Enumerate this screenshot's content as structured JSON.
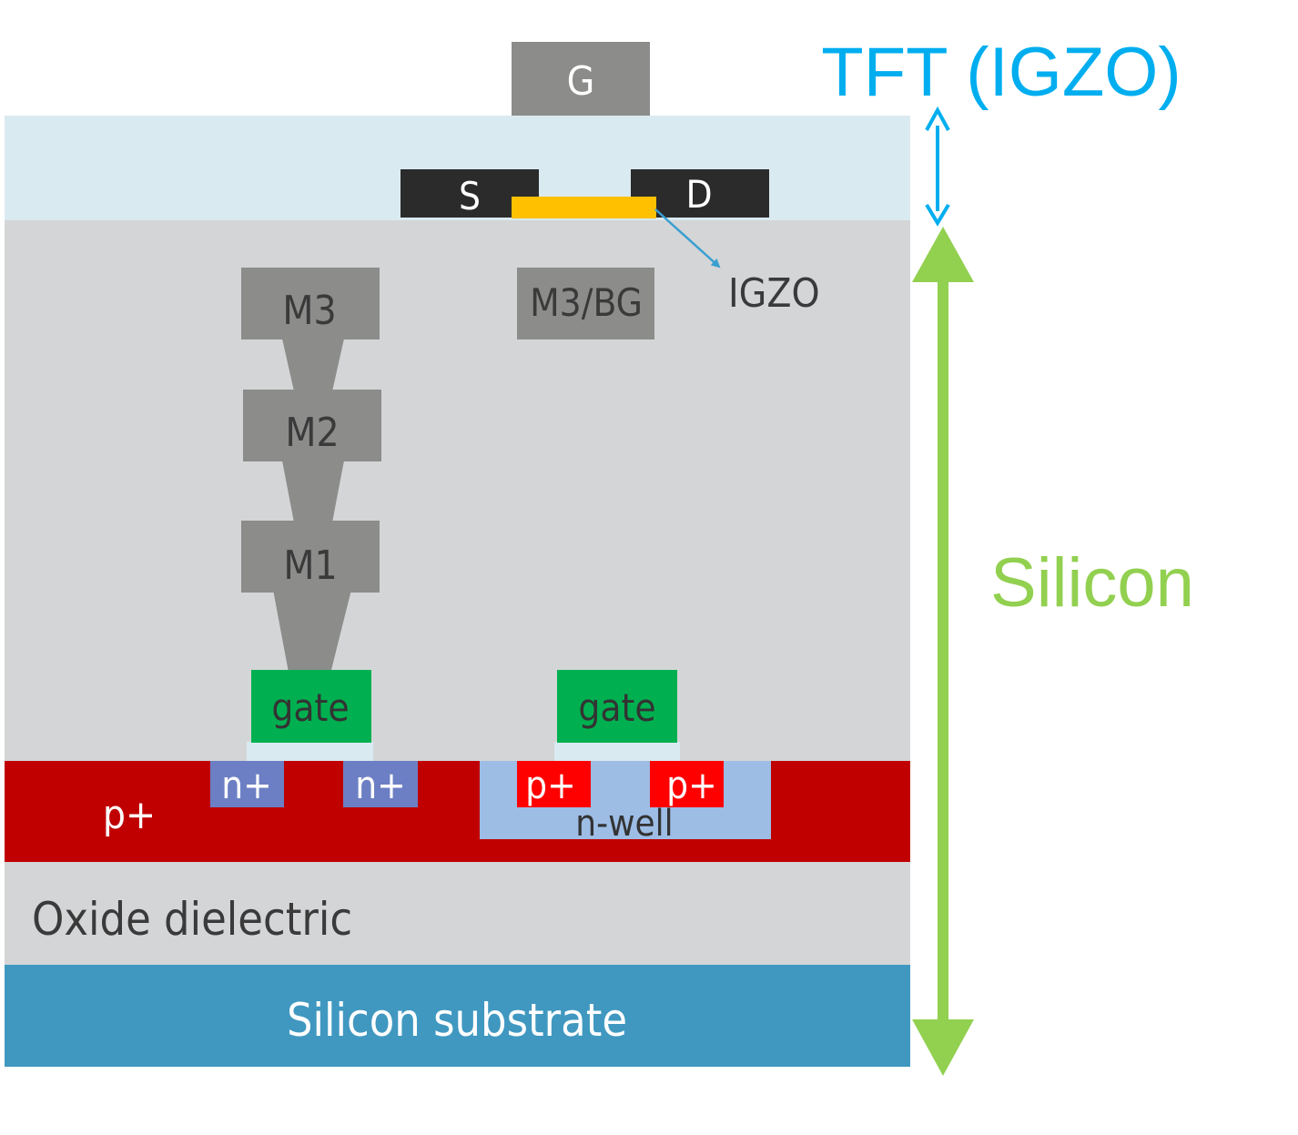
{
  "layers": {
    "tft_layer": "",
    "silicon_substrate": "Silicon substrate",
    "oxide_dielectric": "Oxide dielectric",
    "p_plus_region": "p+",
    "n_well": "n-well"
  },
  "tft": {
    "gate": "G",
    "source": "S",
    "drain": "D",
    "channel": "IGZO"
  },
  "metals": {
    "m3": "M3",
    "m2": "M2",
    "m1": "M1",
    "m3_bg": "M3/BG"
  },
  "devices": {
    "nmos_gate": "gate",
    "nmos_source": "n+",
    "nmos_drain": "n+",
    "pmos_gate": "gate",
    "pmos_source": "p+",
    "pmos_drain": "p+"
  },
  "annotations": {
    "tft_label": "TFT (IGZO)",
    "silicon_label": "Silicon"
  },
  "colors": {
    "tft_layer": "#daeaf1",
    "dielectric": "#d4d5d7",
    "metal": "#8c8c8b",
    "contact_dark": "#2b2b2b",
    "igzo": "#ffc000",
    "gate": "#00b050",
    "p_plus": "#c00000",
    "n_plus": "#6c7fc4",
    "n_well": "#9dbde5",
    "p_plus_pmos": "#ff0000",
    "substrate": "#4098c0",
    "tft_accent": "#00aeef",
    "silicon_accent": "#92d050"
  }
}
